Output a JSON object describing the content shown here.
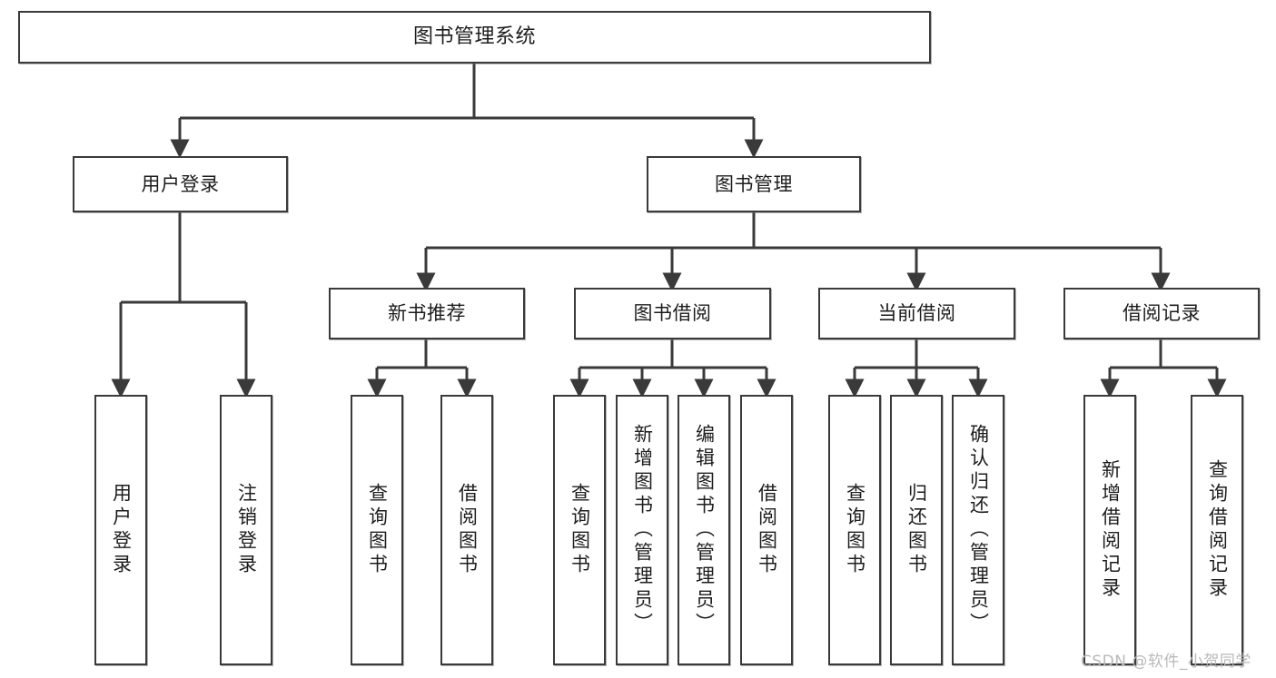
{
  "diagram": {
    "title": "图书管理系统",
    "type": "hierarchy-tree",
    "orientation": "top-down",
    "stroke_color": "#3a3a3a",
    "fill_color": "#ffffff",
    "text_color": "#1d1d1d"
  },
  "watermark": {
    "text": "CSDN @软件_小贺同学",
    "color": "#b9b9b9"
  },
  "nodes": {
    "root": {
      "label": "图书管理系统"
    },
    "level1": [
      {
        "label": "用户登录"
      },
      {
        "label": "图书管理"
      }
    ],
    "level2": [
      {
        "label": "新书推荐"
      },
      {
        "label": "图书借阅"
      },
      {
        "label": "当前借阅"
      },
      {
        "label": "借阅记录"
      }
    ],
    "leaves": {
      "user_login": [
        {
          "label": "用户登录"
        },
        {
          "label": "注销登录"
        }
      ],
      "new_book_recommend": [
        {
          "label": "查询图书"
        },
        {
          "label": "借阅图书"
        }
      ],
      "book_borrow": [
        {
          "label": "查询图书"
        },
        {
          "label": "新增图书（管理员）"
        },
        {
          "label": "编辑图书（管理员）"
        },
        {
          "label": "借阅图书"
        }
      ],
      "current_borrow": [
        {
          "label": "查询图书"
        },
        {
          "label": "归还图书"
        },
        {
          "label": "确认归还（管理员）"
        }
      ],
      "borrow_record": [
        {
          "label": "新增借阅记录"
        },
        {
          "label": "查询借阅记录"
        }
      ]
    }
  }
}
